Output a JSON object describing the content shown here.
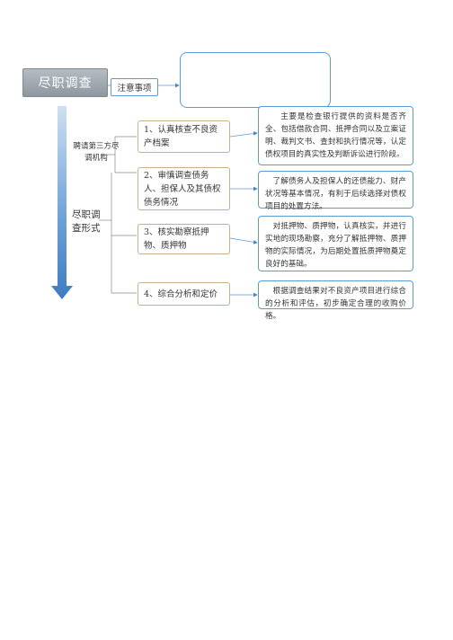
{
  "title": "尽职调查",
  "note_label": "注意事项",
  "note_content": "",
  "third_party": "聘请第三方尽调机构",
  "form_label": "尽职调查形式",
  "steps": [
    {
      "label": "1、认真核查不良资产档案",
      "desc": "主要是检查银行提供的资料是否齐全、包括借款合同、抵押合同以及立案证明、裁判文书、查封和执行情况等，认定债权项目的真实性及判断诉讼进行阶段。"
    },
    {
      "label": "2、审慎调查债务人、担保人及其债权债务情况",
      "desc": "了解债务人及担保人的还债能力、财产状况等基本情况，有利于后续选择对债权项目的处置方法。"
    },
    {
      "label": "3、核实勘察抵押物、质押物",
      "desc": "对抵押物、质押物，认真核实，并进行实地的现场勘察，充分了解抵押物、质押物的实际情况，为后期处置抵质押物奠定良好的基础。"
    },
    {
      "label": "4、综合分析和定价",
      "desc": "根据调查结果对不良资产项目进行综合的分析和评估，初步确定合理的收购价格。"
    }
  ],
  "colors": {
    "accent": "#5b9bd5",
    "arrow": "#4a86c5",
    "step_border": "#c6b18a",
    "title_bg": "#9aa3ab"
  }
}
